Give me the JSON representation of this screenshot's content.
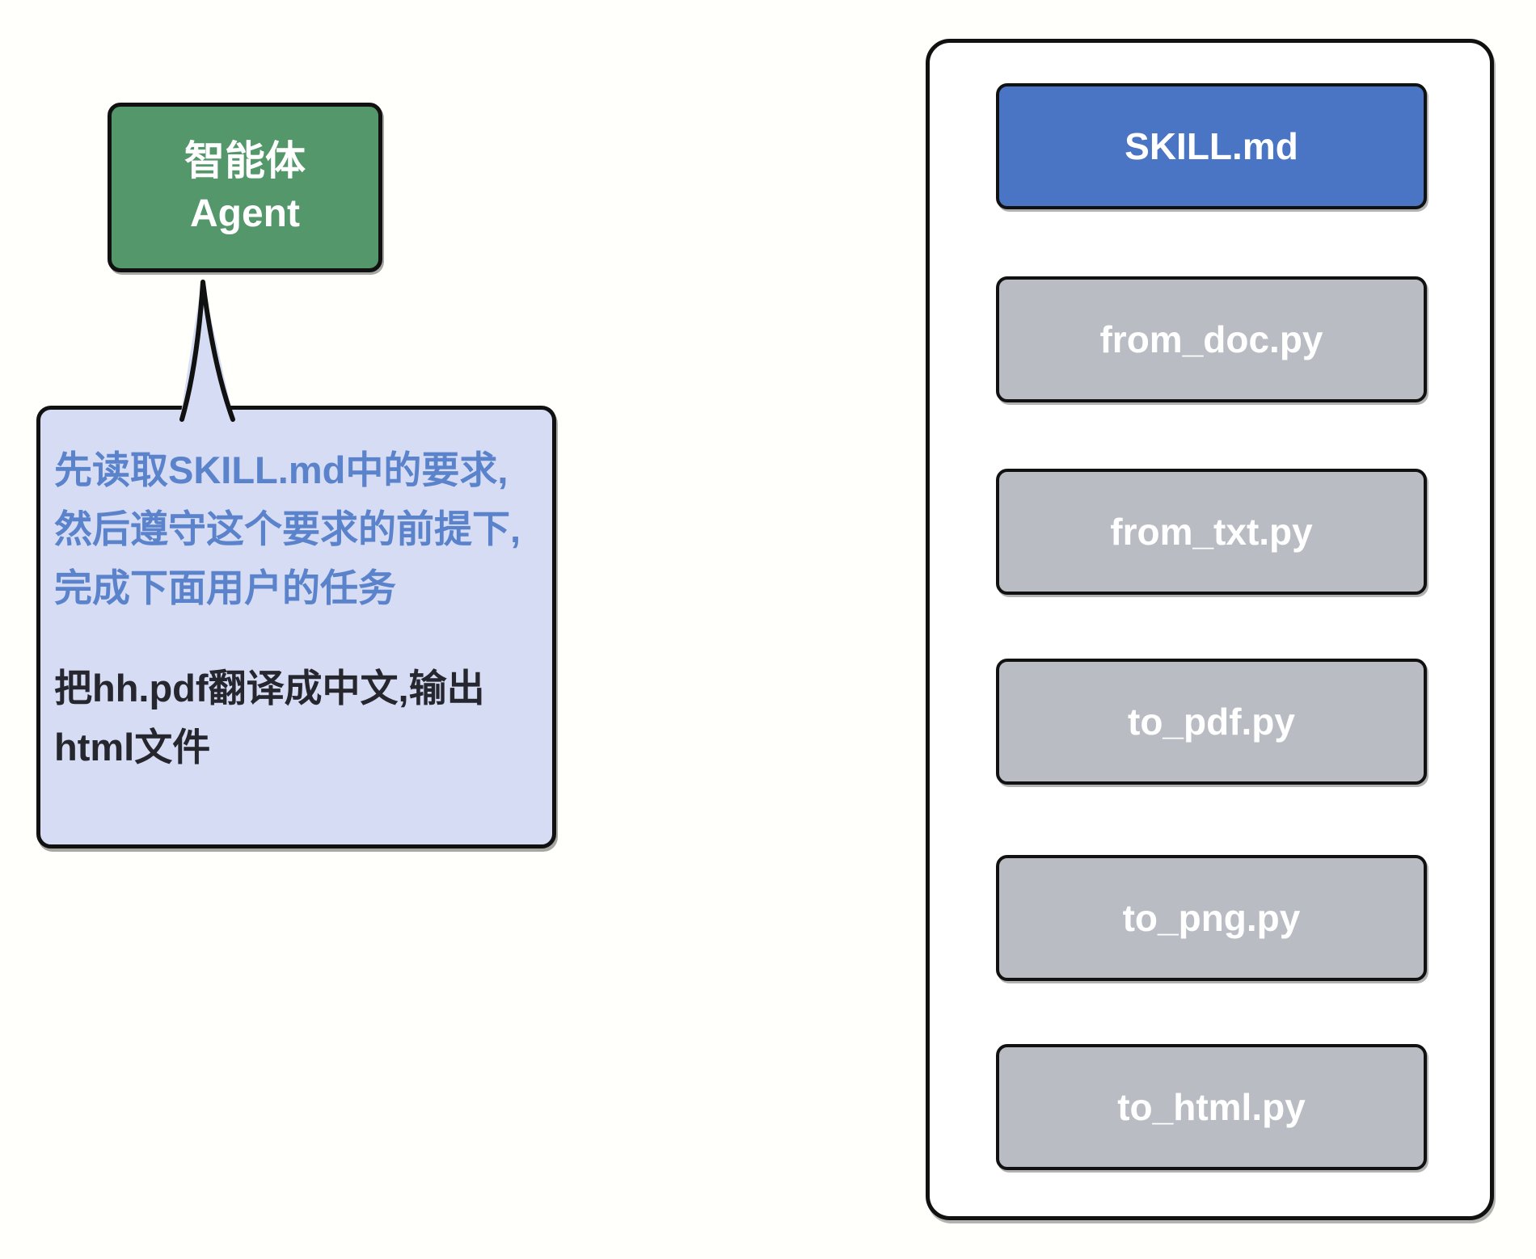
{
  "colors": {
    "page_bg": "#fffffb",
    "agent_box_bg": "#54976a",
    "callout_bg": "#d6dcf4",
    "instruction_text_color": "#5b83cb",
    "task_text_color": "#26262e",
    "outline": "#111111",
    "panel_bg": "#ffffff",
    "skill_md_box_bg": "#4a74c4",
    "script_box_bg": "#b9bdc3",
    "box_text": "#ffffff"
  },
  "agent": {
    "label_zh": "智能体",
    "label_en": "Agent"
  },
  "callout": {
    "instruction_lines": [
      "先读取SKILL.md中的要求,",
      "然后遵守这个要求的前提下,",
      "完成下面用户的任务"
    ],
    "task_lines": [
      "把hh.pdf翻译成中文,输出",
      "html文件"
    ]
  },
  "panel": {
    "files": [
      {
        "label": "SKILL.md",
        "kind": "skill-definition"
      },
      {
        "label": "from_doc.py",
        "kind": "script"
      },
      {
        "label": "from_txt.py",
        "kind": "script"
      },
      {
        "label": "to_pdf.py",
        "kind": "script"
      },
      {
        "label": "to_png.py",
        "kind": "script"
      },
      {
        "label": "to_html.py",
        "kind": "script"
      }
    ]
  }
}
